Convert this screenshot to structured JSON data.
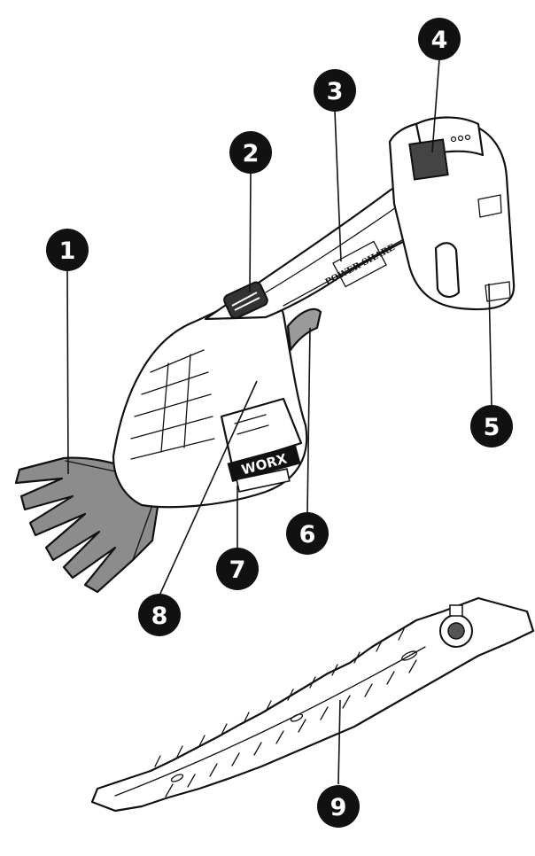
{
  "callouts": [
    {
      "number": "1",
      "part": "blade-grass-shear"
    },
    {
      "number": "2",
      "part": "lock-off-button"
    },
    {
      "number": "3",
      "part": "power-handle"
    },
    {
      "number": "4",
      "part": "battery-indicator"
    },
    {
      "number": "5",
      "part": "battery-pack"
    },
    {
      "number": "6",
      "part": "trigger"
    },
    {
      "number": "7",
      "part": "blade-release-button"
    },
    {
      "number": "8",
      "part": "housing"
    },
    {
      "number": "9",
      "part": "blade-shrub-trimmer"
    }
  ],
  "branding": {
    "logo": "WORX",
    "handle_text": "POWER SHARE"
  },
  "colors": {
    "outline": "#111111",
    "blade_fill": "#8c8c8c",
    "body_fill": "#ffffff",
    "badge": "#111111",
    "badge_text": "#ffffff"
  }
}
